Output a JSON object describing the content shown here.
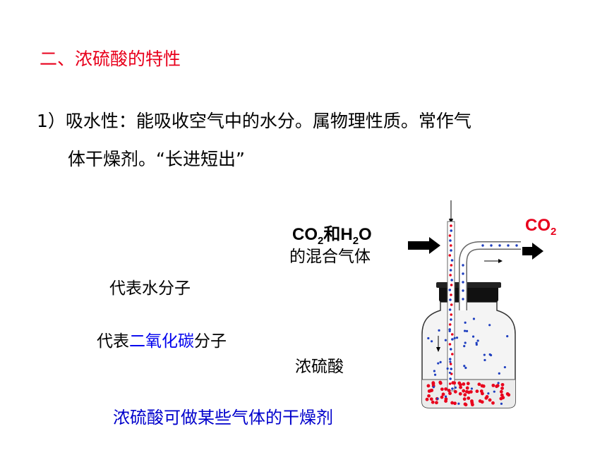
{
  "heading": "二、浓硫酸的特性",
  "property": {
    "line1": "1）吸水性：能吸收空气中的水分。属物理性质。常作气",
    "line2": "体干燥剂。“长进短出”"
  },
  "inlet": {
    "formula_prefix": "CO",
    "formula_sub": "2",
    "formula_mid": "和H",
    "formula_sub2": "2",
    "formula_suffix": "O",
    "description": "的混合气体"
  },
  "outlet": {
    "formula_prefix": "CO",
    "formula_sub": "2"
  },
  "legend": {
    "water": "代表水分子",
    "co2_prefix": "代表",
    "co2_name": "二氧化碳",
    "co2_suffix": "分子"
  },
  "acid_label": "浓硫酸",
  "footer": "浓硫酸可做某些气体的干燥剂",
  "colors": {
    "heading": "#e8001c",
    "co2_text": "#0000ee",
    "footer": "#0000cc",
    "water_dot": "#e8001c",
    "co2_dot": "#1f3fbf"
  },
  "icons": [
    "arrow-right-icon",
    "gas-washing-bottle-icon",
    "flow-arrow-icon"
  ]
}
